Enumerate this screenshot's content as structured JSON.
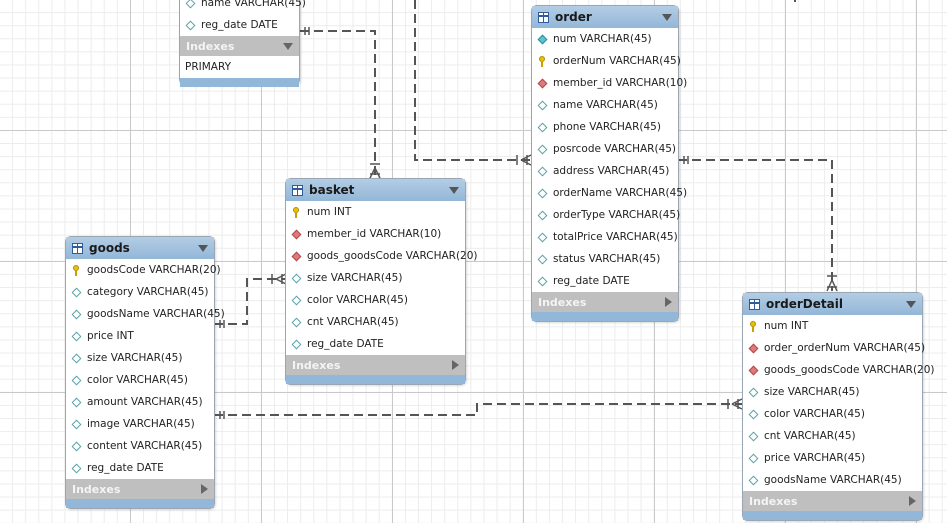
{
  "indexes_label": "Indexes",
  "tables": {
    "member": {
      "columns": [
        {
          "icon": "plain",
          "text": "name VARCHAR(45)"
        },
        {
          "icon": "plain",
          "text": "reg_date DATE"
        }
      ],
      "indexes": [
        "PRIMARY"
      ]
    },
    "order": {
      "name": "order",
      "columns": [
        {
          "icon": "nn",
          "text": "num VARCHAR(45)"
        },
        {
          "icon": "pk",
          "text": "orderNum VARCHAR(45)"
        },
        {
          "icon": "fk",
          "text": "member_id VARCHAR(10)"
        },
        {
          "icon": "plain",
          "text": "name VARCHAR(45)"
        },
        {
          "icon": "plain",
          "text": "phone VARCHAR(45)"
        },
        {
          "icon": "plain",
          "text": "posrcode VARCHAR(45)"
        },
        {
          "icon": "plain",
          "text": "address VARCHAR(45)"
        },
        {
          "icon": "plain",
          "text": "orderName VARCHAR(45)"
        },
        {
          "icon": "plain",
          "text": "orderType VARCHAR(45)"
        },
        {
          "icon": "plain",
          "text": "totalPrice VARCHAR(45)"
        },
        {
          "icon": "plain",
          "text": "status VARCHAR(45)"
        },
        {
          "icon": "plain",
          "text": "reg_date DATE"
        }
      ]
    },
    "basket": {
      "name": "basket",
      "columns": [
        {
          "icon": "pk",
          "text": "num INT"
        },
        {
          "icon": "fk",
          "text": "member_id VARCHAR(10)"
        },
        {
          "icon": "fk",
          "text": "goods_goodsCode VARCHAR(20)"
        },
        {
          "icon": "plain",
          "text": "size VARCHAR(45)"
        },
        {
          "icon": "plain",
          "text": "color VARCHAR(45)"
        },
        {
          "icon": "plain",
          "text": "cnt VARCHAR(45)"
        },
        {
          "icon": "plain",
          "text": "reg_date DATE"
        }
      ]
    },
    "goods": {
      "name": "goods",
      "columns": [
        {
          "icon": "pk",
          "text": "goodsCode VARCHAR(20)"
        },
        {
          "icon": "plain",
          "text": "category VARCHAR(45)"
        },
        {
          "icon": "plain",
          "text": "goodsName VARCHAR(45)"
        },
        {
          "icon": "plain",
          "text": "price INT"
        },
        {
          "icon": "plain",
          "text": "size VARCHAR(45)"
        },
        {
          "icon": "plain",
          "text": "color VARCHAR(45)"
        },
        {
          "icon": "plain",
          "text": "amount VARCHAR(45)"
        },
        {
          "icon": "plain",
          "text": "image VARCHAR(45)"
        },
        {
          "icon": "plain",
          "text": "content VARCHAR(45)"
        },
        {
          "icon": "plain",
          "text": "reg_date DATE"
        }
      ]
    },
    "orderDetail": {
      "name": "orderDetail",
      "columns": [
        {
          "icon": "pk",
          "text": "num INT"
        },
        {
          "icon": "fk",
          "text": "order_orderNum VARCHAR(45)"
        },
        {
          "icon": "fk",
          "text": "goods_goodsCode VARCHAR(20)"
        },
        {
          "icon": "plain",
          "text": "size VARCHAR(45)"
        },
        {
          "icon": "plain",
          "text": "color VARCHAR(45)"
        },
        {
          "icon": "plain",
          "text": "cnt VARCHAR(45)"
        },
        {
          "icon": "plain",
          "text": "price VARCHAR(45)"
        },
        {
          "icon": "plain",
          "text": "goodsName VARCHAR(45)"
        }
      ]
    }
  }
}
